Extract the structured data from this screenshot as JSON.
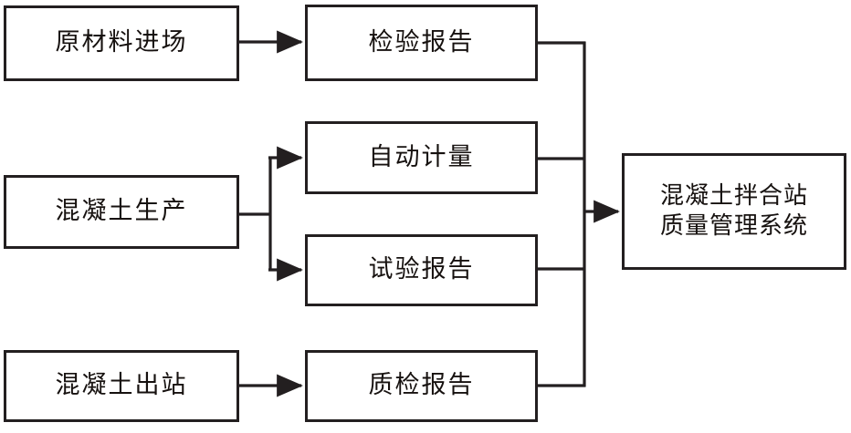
{
  "diagram": {
    "type": "flowchart",
    "title": "",
    "stroke_color": "#231f20",
    "box_fill": "#ffffff",
    "background": "#ffffff",
    "nodes": [
      {
        "id": "raw-material",
        "label": "原材料进场"
      },
      {
        "id": "inspection-report",
        "label": "检验报告"
      },
      {
        "id": "concrete-prod",
        "label": "混凝土生产"
      },
      {
        "id": "auto-metering",
        "label": "自动计量"
      },
      {
        "id": "test-report",
        "label": "试验报告"
      },
      {
        "id": "concrete-out",
        "label": "混凝土出站"
      },
      {
        "id": "quality-report",
        "label": "质检报告"
      },
      {
        "id": "system",
        "label": "混凝土拌合站\n质量管理系统"
      }
    ],
    "edges": [
      {
        "from": "raw-material",
        "to": "inspection-report",
        "arrow": true
      },
      {
        "from": "concrete-prod",
        "to": "auto-metering",
        "arrow": true
      },
      {
        "from": "concrete-prod",
        "to": "test-report",
        "arrow": true
      },
      {
        "from": "concrete-out",
        "to": "quality-report",
        "arrow": true
      },
      {
        "from": "inspection-report",
        "to": "system",
        "arrow": false
      },
      {
        "from": "auto-metering",
        "to": "system",
        "arrow": false
      },
      {
        "from": "test-report",
        "to": "system",
        "arrow": false
      },
      {
        "from": "quality-report",
        "to": "system",
        "arrow": false
      },
      {
        "from": "merge-bus",
        "to": "system",
        "arrow": true
      }
    ]
  }
}
